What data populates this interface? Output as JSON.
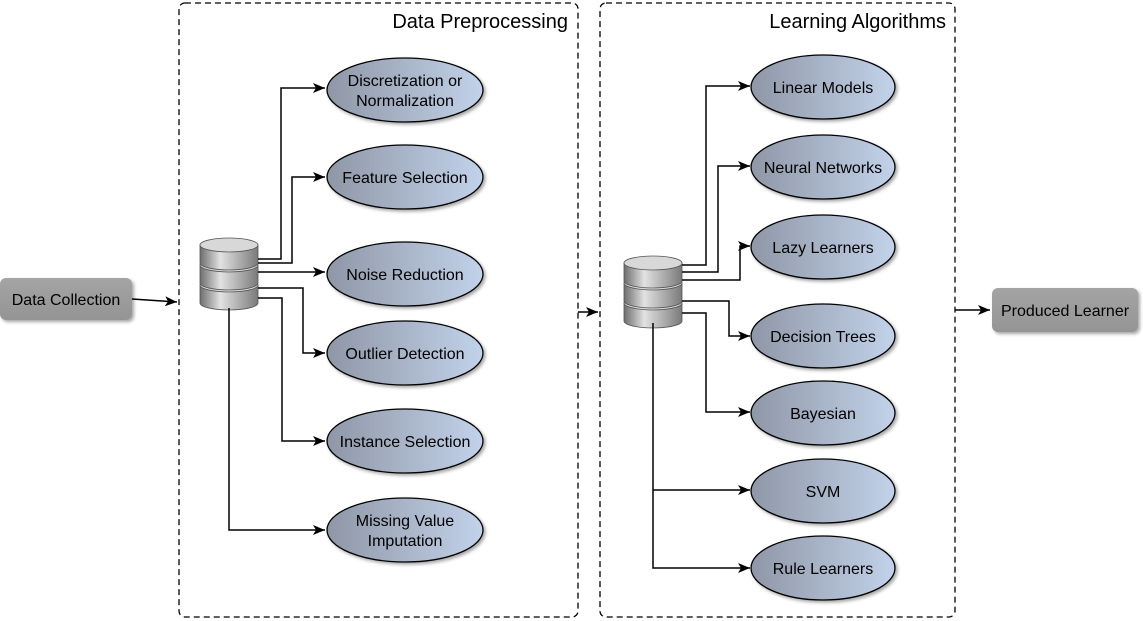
{
  "panels": {
    "preprocessing": {
      "title": "Data Preprocessing"
    },
    "learning": {
      "title": "Learning Algorithms"
    }
  },
  "input_node": {
    "label": "Data Collection"
  },
  "output_node": {
    "label": "Produced Learner"
  },
  "preprocessing_steps": [
    {
      "label_lines": [
        "Discretization or",
        "Normalization"
      ]
    },
    {
      "label_lines": [
        "Feature Selection"
      ]
    },
    {
      "label_lines": [
        "Noise Reduction"
      ]
    },
    {
      "label_lines": [
        "Outlier Detection"
      ]
    },
    {
      "label_lines": [
        "Instance Selection"
      ]
    },
    {
      "label_lines": [
        "Missing Value",
        "Imputation"
      ]
    }
  ],
  "learning_algorithms": [
    {
      "label_lines": [
        "Linear Models"
      ]
    },
    {
      "label_lines": [
        "Neural Networks"
      ]
    },
    {
      "label_lines": [
        "Lazy Learners"
      ]
    },
    {
      "label_lines": [
        "Decision Trees"
      ]
    },
    {
      "label_lines": [
        "Bayesian"
      ]
    },
    {
      "label_lines": [
        "SVM"
      ]
    },
    {
      "label_lines": [
        "Rule Learners"
      ]
    }
  ],
  "icons": {
    "database": "database-icon"
  },
  "colors": {
    "node_gradient_start": "#8f97a6",
    "node_gradient_end": "#c2d2ea",
    "box_fill": "#9e9e9e",
    "stroke": "#000000"
  }
}
